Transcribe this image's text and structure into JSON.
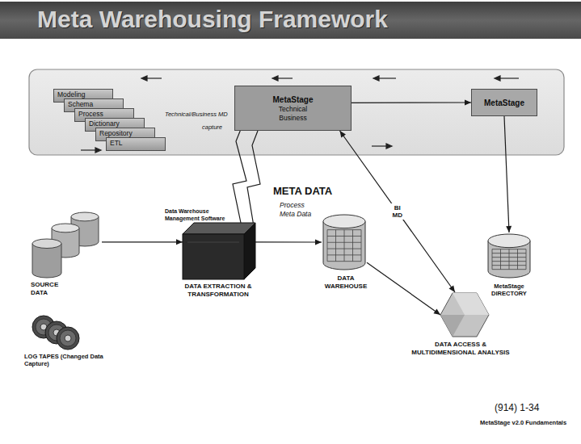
{
  "diagram": {
    "title": "Meta Warehousing Framework",
    "nodes": [
      {
        "text": [
          "Modeling"
        ]
      },
      {
        "text": [
          "Schema"
        ]
      },
      {
        "text": [
          "Process"
        ]
      },
      {
        "text": [
          "Dictionary"
        ]
      },
      {
        "text": [
          "Repository"
        ]
      },
      {
        "text": [
          "ETL"
        ]
      },
      {
        "text": [
          "MetaStage",
          "Technical",
          "Business"
        ]
      },
      {
        "text": [
          "MetaStage"
        ]
      },
      {
        "text": [
          "SOURCE DATA"
        ]
      },
      {
        "text": [
          "LOG TAPES (Changed Data Capture)"
        ]
      },
      {
        "text": [
          "Data Warehouse Management Software",
          "DATA EXTRACTION & TRANSFORMATION"
        ]
      },
      {
        "text": [
          "DATA WAREHOUSE"
        ]
      },
      {
        "text": [
          "MetaStage DIRECTORY"
        ]
      },
      {
        "text": [
          "DATA ACCESS & MULTIDIMENSIONAL ANALYSIS"
        ]
      }
    ],
    "edges": [
      {
        "from": 6,
        "to": 7,
        "arrow": "to"
      },
      {
        "from": 7,
        "to": 12,
        "arrow": "to"
      },
      {
        "from": 8,
        "to": 10,
        "arrow": "to"
      },
      {
        "from": 10,
        "to": 11,
        "arrow": "to"
      },
      {
        "from": 11,
        "to": 13,
        "arrow": "to"
      },
      {
        "from": 13,
        "to": 6,
        "label": "BI MD",
        "arrow": "both"
      },
      {
        "from": 10,
        "to": 6,
        "arrow": "none"
      },
      {
        "from": 10,
        "to": 6,
        "arrow": "none"
      }
    ],
    "labels": [
      "Technical/Business MD",
      "capture",
      "META DATA",
      "Process Meta Data",
      "(914) 1-34",
      "MetaStage v2.0 Fundamentals"
    ]
  }
}
